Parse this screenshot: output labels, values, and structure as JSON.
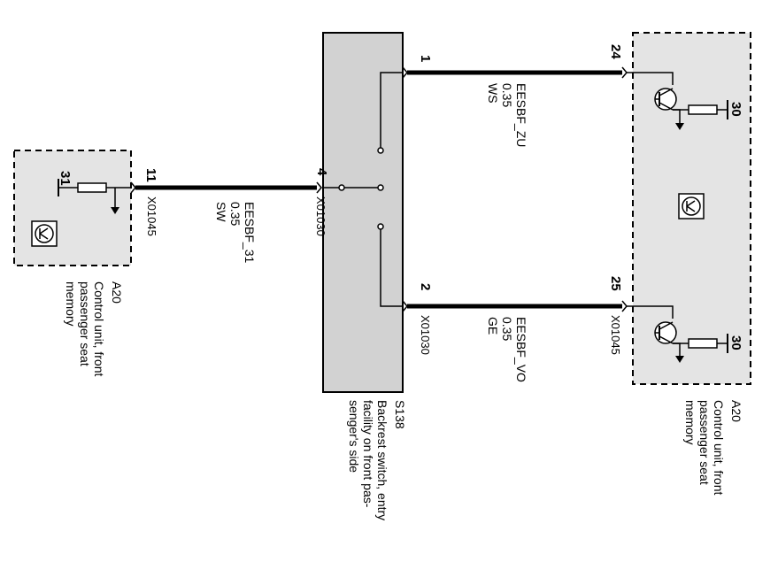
{
  "left_unit": {
    "name": "A20",
    "desc": [
      "Control unit, front",
      "passenger seat",
      "memory"
    ],
    "pin_ground": "31",
    "pin_out": "11",
    "connector": "X01045"
  },
  "wire_31": {
    "signal": "EESBF_31",
    "gauge": "0.35",
    "color": "SW"
  },
  "switch": {
    "name": "S138",
    "desc": [
      "Backrest switch, entry",
      "facility on front pas-",
      "senger's side"
    ],
    "pin_left": "4",
    "pin_top": "1",
    "pin_bottom": "2",
    "connector_left": "X01030",
    "connector_bottom": "X01030"
  },
  "wire_zu": {
    "signal": "EESBF_ZU",
    "gauge": "0.35",
    "color": "WS"
  },
  "wire_vo": {
    "signal": "EESBF_VO",
    "gauge": "0.35",
    "color": "GE"
  },
  "right_unit": {
    "name": "A20",
    "desc": [
      "Control unit, front",
      "passenger seat",
      "memory"
    ],
    "pin_top": "24",
    "pin_bottom": "25",
    "pin_supply_top": "30",
    "pin_supply_bottom": "30",
    "connector": "X01045"
  }
}
